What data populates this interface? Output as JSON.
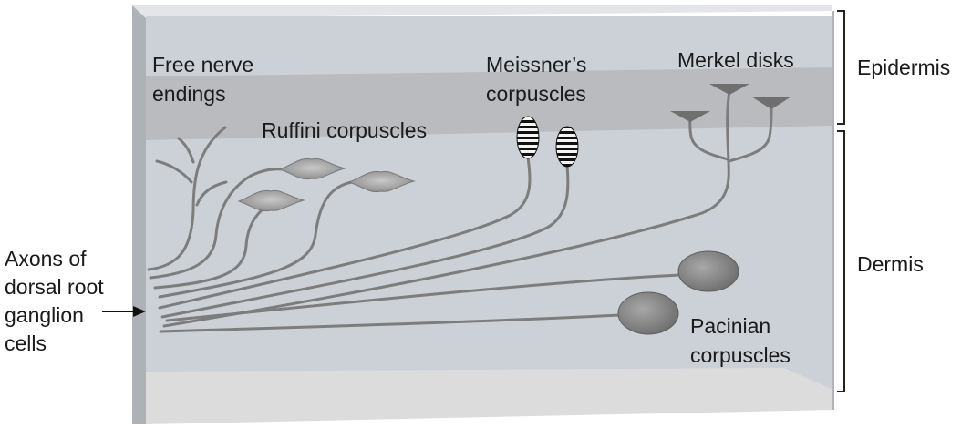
{
  "labels": {
    "free_nerve": [
      "Free nerve",
      "endings"
    ],
    "ruffini": "Ruffini corpuscles",
    "meissner": [
      "Meissner’s",
      "corpuscles"
    ],
    "merkel": "Merkel disks",
    "axons": [
      "Axons of",
      "dorsal root",
      "ganglion",
      "cells"
    ],
    "pacinian": [
      "Pacinian",
      "corpuscles"
    ],
    "epidermis": "Epidermis",
    "dermis": "Dermis"
  },
  "colors": {
    "block_front": "#ccd1d8",
    "epidermis_band": "#b9bbbf",
    "block_top": "#e3e5e8",
    "block_left": "#aeb2b7",
    "block_bottom": "#dcdcdc",
    "nerve": "#7d7d7d"
  }
}
